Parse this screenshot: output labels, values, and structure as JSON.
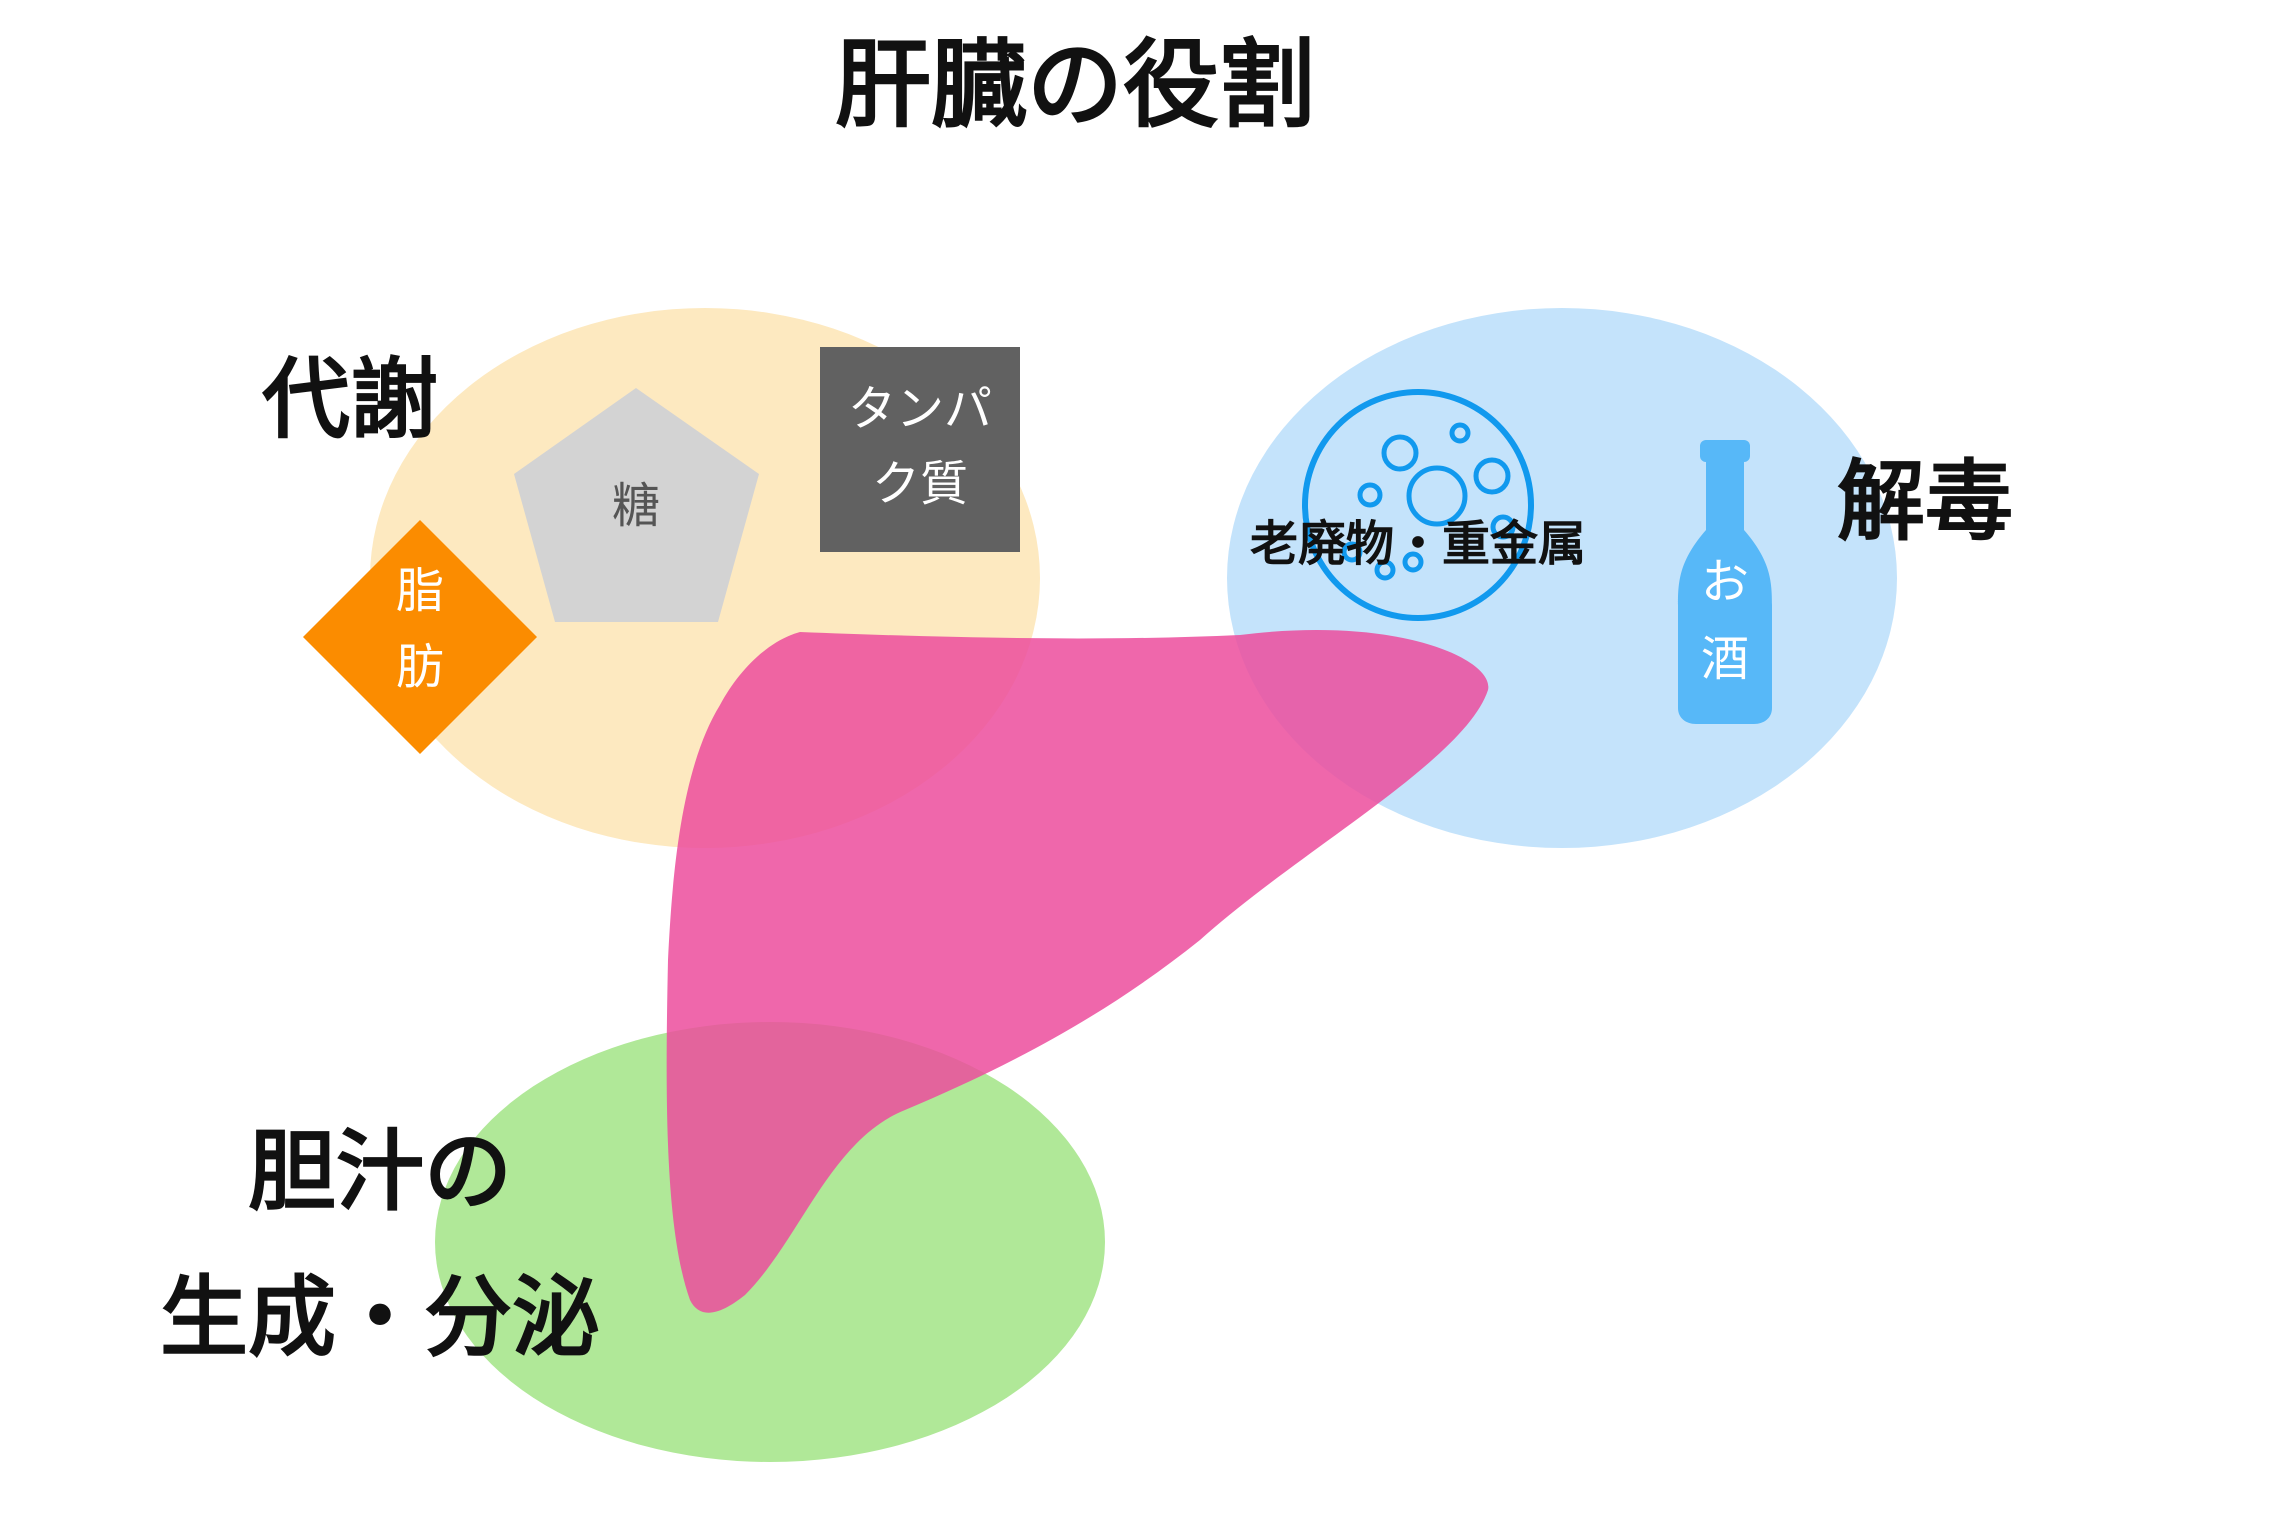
{
  "title": "肝臓の役割",
  "metabolism": {
    "label": "代謝",
    "sugar": "糖",
    "protein_line1": "タンパ",
    "protein_line2": "ク質",
    "fat_line1": "脂",
    "fat_line2": "肪"
  },
  "detox": {
    "label": "解毒",
    "waste": "老廃物・重金属",
    "alcohol_line1": "お",
    "alcohol_line2": "酒"
  },
  "bile": {
    "label_line1": "胆汁の",
    "label_line2": "生成・分泌"
  },
  "colors": {
    "metabolism_circle": "#fde9c0",
    "detox_circle": "#c4e3fb",
    "bile_circle": "#b0e898",
    "liver": "#ec4c9c",
    "fat_diamond": "#fb8c00",
    "sugar_pentagon": "#d3d3d3",
    "protein_box": "#616161",
    "bottle": "#57b8f8",
    "molecule": "#1199ee"
  }
}
